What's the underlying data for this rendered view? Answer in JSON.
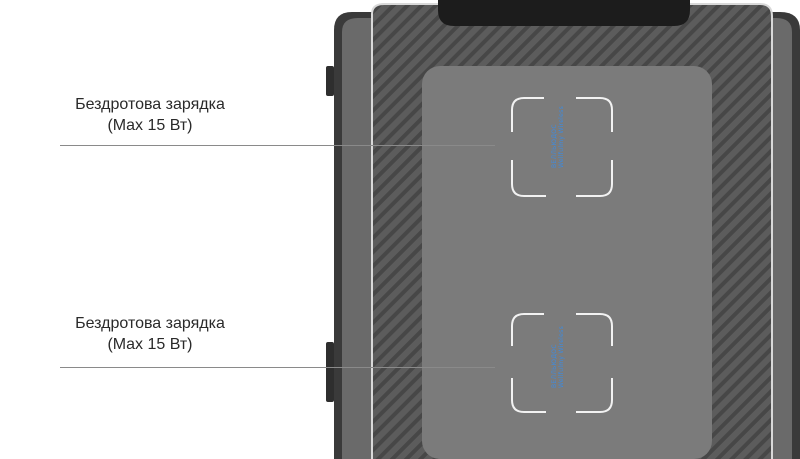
{
  "callouts": [
    {
      "label_line1": "Бездротова зарядка",
      "label_line2": "(Max 15 Вт)"
    },
    {
      "label_line1": "Бездротова зарядка",
      "label_line2": "(Max 15 Вт)"
    }
  ],
  "pads": [
    {
      "logo_text": "ВЕЛЛЬЮДОС",
      "logo_subtext": "Wellfulmy Wireless"
    },
    {
      "logo_text": "ВЕЛЛЬЮДОС",
      "logo_subtext": "Wellfulmy Wireless"
    }
  ],
  "colors": {
    "device_body": "#5c5c5c",
    "device_frame": "#3a3a3a",
    "charging_panel": "#7b7b7b",
    "stripe": "#4a4a4a",
    "pad_marker": "#f2f2f2",
    "logo": "#3d8be0"
  }
}
